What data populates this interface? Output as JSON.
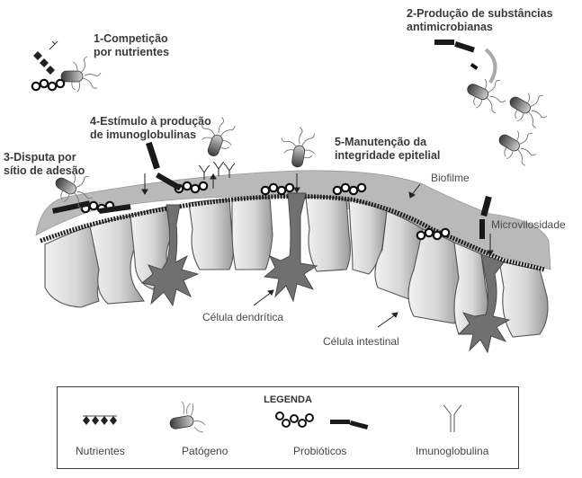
{
  "diagram": {
    "mechanisms": [
      {
        "id": 1,
        "line1": "1-Competição",
        "line2": "por nutrientes"
      },
      {
        "id": 2,
        "line1": "2-Produção de substâncias",
        "line2": "antimicrobianas"
      },
      {
        "id": 3,
        "line1": "3-Disputa por",
        "line2": "sítio de adesão"
      },
      {
        "id": 4,
        "line1": "4-Estímulo à produção",
        "line2": "de imunoglobulinas"
      },
      {
        "id": 5,
        "line1": "5-Manutenção da",
        "line2": "integridade epitelial"
      }
    ],
    "annotations": {
      "biofilm": "Biofilme",
      "microvilli": "Microvilosidade",
      "dendritic_cell": "Célula dendrítica",
      "intestinal_cell": "Célula intestinal"
    },
    "legend": {
      "title": "LEGENDA",
      "items": [
        {
          "label": "Nutrientes",
          "icon": "nutrient-icon"
        },
        {
          "label": "Patógeno",
          "icon": "pathogen-icon"
        },
        {
          "label": "Probióticos",
          "icon": "probiotic-icon"
        },
        {
          "label": "Imunoglobulina",
          "icon": "immunoglobulin-icon"
        }
      ]
    },
    "colors": {
      "biofilm": "#b9b9b9",
      "cell_fill": "#d8d8d8",
      "cell_stroke": "#555555",
      "dendritic": "#707070",
      "dark": "#222222",
      "text": "#3a3a3a"
    }
  }
}
